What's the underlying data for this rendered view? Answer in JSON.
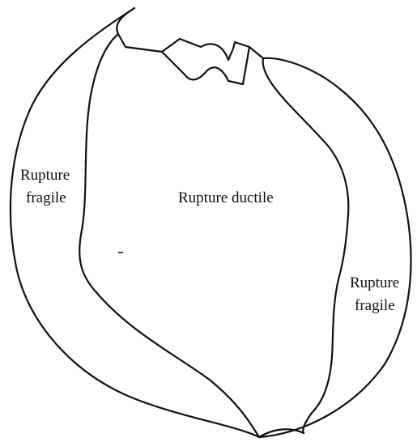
{
  "diagram": {
    "labels": {
      "left_zone_line1": "Rupture",
      "left_zone_line2": "fragile",
      "center_zone": "Rupture ductile",
      "right_zone_line1": "Rupture",
      "right_zone_line2": "fragile"
    }
  }
}
